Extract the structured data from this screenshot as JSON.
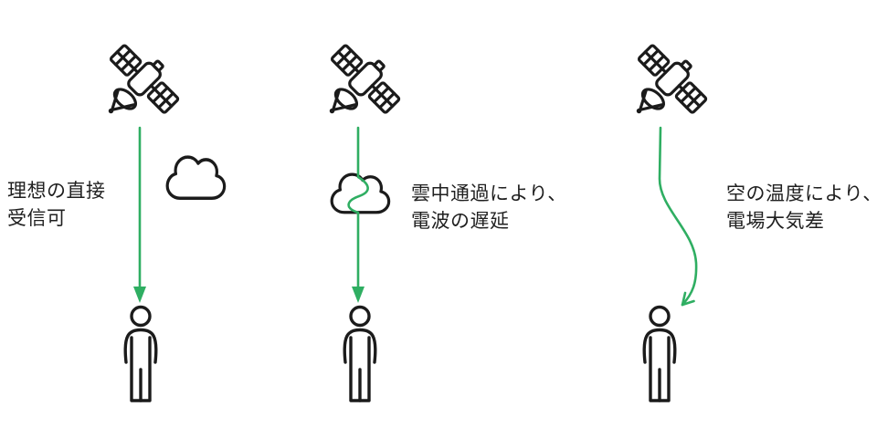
{
  "diagram": {
    "description_names": [
      "satellite-icon",
      "cloud-icon",
      "person-icon",
      "signal-arrow"
    ],
    "colors": {
      "background": "#ffffff",
      "icon_outline": "#1b1b1b",
      "signal_green": "#2fae62",
      "text": "#1f1f1f"
    },
    "panels": [
      {
        "id": "ideal-direct",
        "label_lines": [
          "理想の直接",
          "受信可"
        ],
        "arrow_type": "straight",
        "cloud_position": "beside-arrow",
        "icons": [
          "satellite-icon",
          "cloud-icon",
          "person-icon"
        ]
      },
      {
        "id": "cloud-delay",
        "label_lines": [
          "雲中通過により、",
          "電波の遅延"
        ],
        "arrow_type": "straight-squiggle-through-cloud",
        "cloud_position": "on-arrow",
        "icons": [
          "satellite-icon",
          "cloud-icon",
          "person-icon"
        ]
      },
      {
        "id": "atmospheric-refraction",
        "label_lines": [
          "空の温度により、",
          "電場大気差"
        ],
        "arrow_type": "curved-refracted",
        "cloud_position": "none",
        "icons": [
          "satellite-icon",
          "person-icon"
        ]
      }
    ]
  }
}
